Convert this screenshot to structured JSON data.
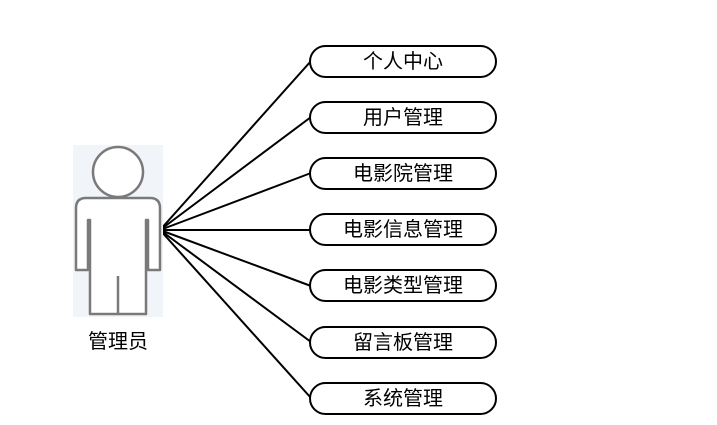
{
  "actor": {
    "label": "管理员"
  },
  "use_cases": [
    {
      "label": "个人中心"
    },
    {
      "label": "用户管理"
    },
    {
      "label": "电影院管理"
    },
    {
      "label": "电影信息管理"
    },
    {
      "label": "电影类型管理"
    },
    {
      "label": "留言板管理"
    },
    {
      "label": "系统管理"
    }
  ]
}
